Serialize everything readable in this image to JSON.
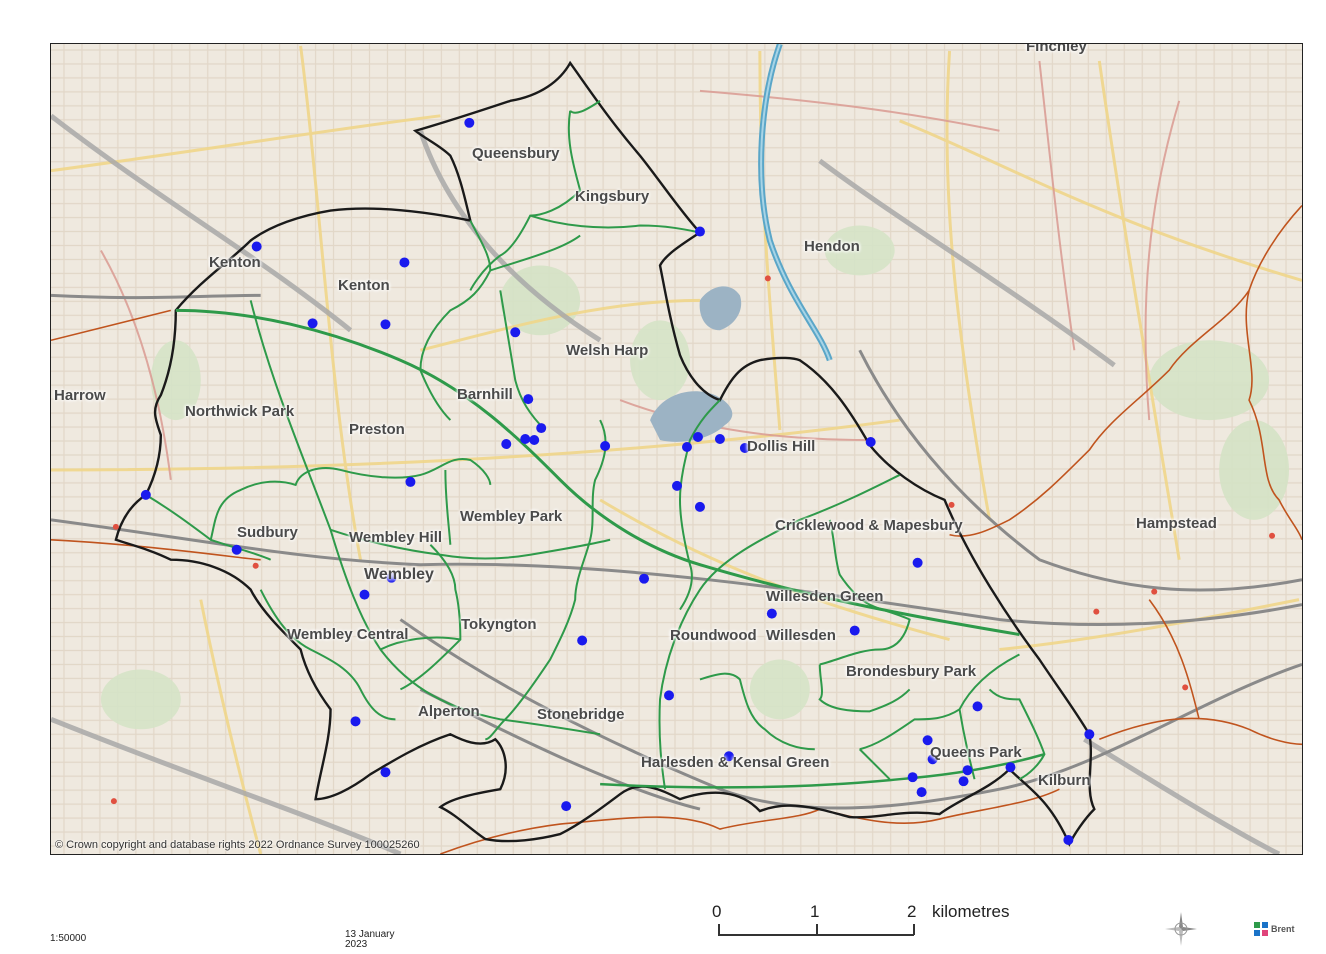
{
  "map": {
    "labels": [
      {
        "key": "finchley",
        "text": "Finchley"
      },
      {
        "key": "queensbury",
        "text": "Queensbury"
      },
      {
        "key": "kingsbury",
        "text": "Kingsbury"
      },
      {
        "key": "hendon",
        "text": "Hendon"
      },
      {
        "key": "kenton-outer",
        "text": "Kenton"
      },
      {
        "key": "kenton-ward",
        "text": "Kenton"
      },
      {
        "key": "welsh-harp",
        "text": "Welsh Harp"
      },
      {
        "key": "harrow",
        "text": "Harrow"
      },
      {
        "key": "barnhill",
        "text": "Barnhill"
      },
      {
        "key": "northwick-park",
        "text": "Northwick Park"
      },
      {
        "key": "preston",
        "text": "Preston"
      },
      {
        "key": "dollis-hill",
        "text": "Dollis Hill"
      },
      {
        "key": "wembley-park",
        "text": "Wembley Park"
      },
      {
        "key": "sudbury",
        "text": "Sudbury"
      },
      {
        "key": "wembley-hill",
        "text": "Wembley Hill"
      },
      {
        "key": "cricklewood",
        "text": "Cricklewood & Mapesbury"
      },
      {
        "key": "hampstead",
        "text": "Hampstead"
      },
      {
        "key": "wembley",
        "text": "Wembley"
      },
      {
        "key": "willesden-green",
        "text": "Willesden Green"
      },
      {
        "key": "wembley-central",
        "text": "Wembley Central"
      },
      {
        "key": "tokyngton",
        "text": "Tokyngton"
      },
      {
        "key": "roundwood",
        "text": "Roundwood"
      },
      {
        "key": "willesden",
        "text": "Willesden"
      },
      {
        "key": "brondesbury-park",
        "text": "Brondesbury Park"
      },
      {
        "key": "alperton",
        "text": "Alperton"
      },
      {
        "key": "stonebridge",
        "text": "Stonebridge"
      },
      {
        "key": "queens-park",
        "text": "Queens Park"
      },
      {
        "key": "harlesden",
        "text": "Harlesden & Kensal Green"
      },
      {
        "key": "kilburn",
        "text": "Kilburn"
      }
    ],
    "site_count": 50,
    "colors": {
      "sites": "#1a1aee",
      "borough_boundary": "#1a1a1a",
      "ward_boundaries": "#2e9a4a",
      "outer_boundaries": "#c0541e",
      "railways": "#8a8a8a",
      "river": "#5aa6c8",
      "reservoir": "#9cb3c4"
    },
    "copyright": "© Crown copyright and database rights 2022 Ordnance Survey 100025260"
  },
  "footer": {
    "scale_ratio": "1:50000",
    "date_line1": "13 January",
    "date_line2": "2023",
    "scale": {
      "n0": "0",
      "n1": "1",
      "n2": "2",
      "unit": "kilometres"
    },
    "logo_text": "Brent"
  }
}
